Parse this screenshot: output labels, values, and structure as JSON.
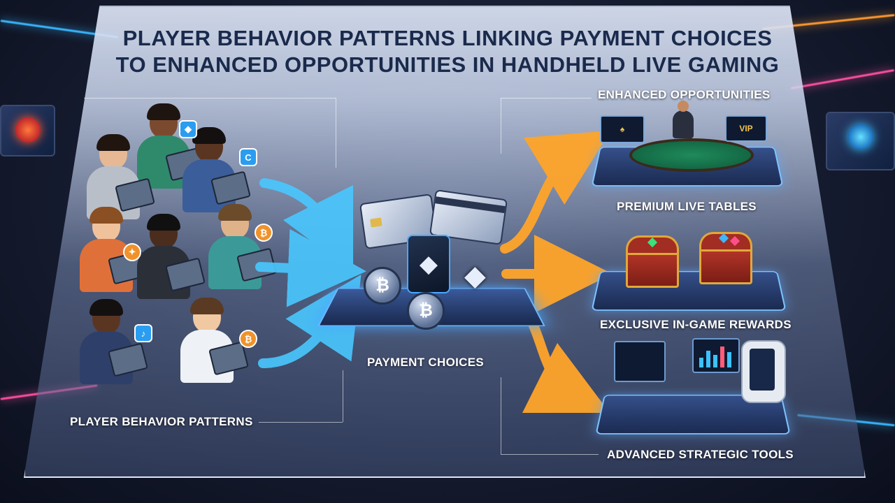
{
  "title_line1": "PLAYER BEHAVIOR PATTERNS LINKING PAYMENT CHOICES",
  "title_line2": "TO ENHANCED OPPORTUNITIES IN HANDHELD LIVE GAMING",
  "sections": {
    "player_behavior": "PLAYER BEHAVIOR PATTERNS",
    "payment_choices": "PAYMENT CHOICES",
    "enhanced_opportunities": "ENHANCED OPPORTUNITIES"
  },
  "opportunities": [
    {
      "label": "PREMIUM LIVE TABLES"
    },
    {
      "label": "EXCLUSIVE IN-GAME REWARDS"
    },
    {
      "label": "ADVANCED STRATEGIC TOOLS"
    }
  ],
  "vip_badge": "VIP",
  "icons": {
    "bitcoin": "bitcoin-icon",
    "ethereum": "ethereum-icon",
    "card": "credit-card-icon"
  },
  "colors": {
    "left_arrows": "#49c8ff",
    "right_arrows": "#ffa52a",
    "title": "#1a2a4c"
  }
}
